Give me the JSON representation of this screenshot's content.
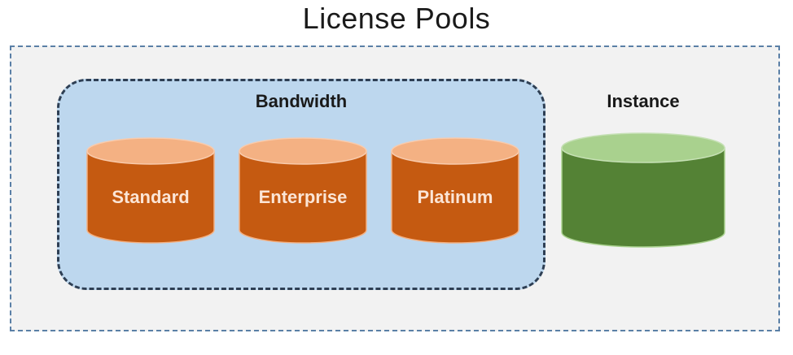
{
  "title": "License Pools",
  "bandwidth_group": {
    "label": "Bandwidth",
    "pools": [
      {
        "label": "Standard"
      },
      {
        "label": "Enterprise"
      },
      {
        "label": "Platinum"
      }
    ]
  },
  "instance_group": {
    "label": "Instance",
    "pool_label": ""
  },
  "colors": {
    "bandwidth_cylinder": "#c55a11",
    "bandwidth_cylinder_top": "#f4b183",
    "instance_cylinder": "#548235",
    "instance_cylinder_top": "#a9d18e",
    "group_fill": "#bdd7ee",
    "outer_fill": "#f2f2f2"
  }
}
